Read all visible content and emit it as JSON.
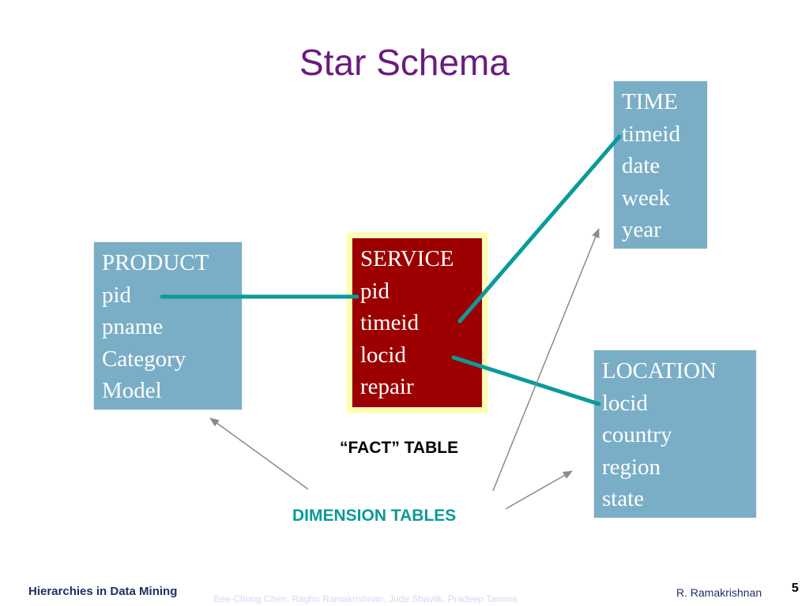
{
  "slide": {
    "title": "Star Schema",
    "fact_label": "“FACT” TABLE",
    "dimension_label": "DIMENSION TABLES"
  },
  "tables": {
    "product": {
      "lines": [
        "PRODUCT",
        "pid",
        "pname",
        "Category",
        "Model"
      ]
    },
    "service": {
      "lines": [
        "SERVICE",
        "pid",
        "timeid",
        "locid",
        "repair"
      ]
    },
    "time": {
      "lines": [
        "TIME",
        "timeid",
        "date",
        "week",
        "year"
      ]
    },
    "location": {
      "lines": [
        "LOCATION",
        "locid",
        "country",
        "region",
        "state"
      ]
    }
  },
  "footer": {
    "left": "Hierarchies in Data Mining",
    "center": "Bee-Chung Chen, Raghu Ramakrishnan, Jude Shavlik, Pradeep Tamma",
    "right": "R. Ramakrishnan",
    "page": "5"
  },
  "colors": {
    "title": "#6a1b7f",
    "dimension_box": "#7aaec6",
    "fact_box": "#9c0000",
    "fact_highlight": "#ffffa8",
    "connector": "#0b9a9a",
    "dimension_label": "#0b9a9a",
    "arrow": "#8a8a8a"
  }
}
